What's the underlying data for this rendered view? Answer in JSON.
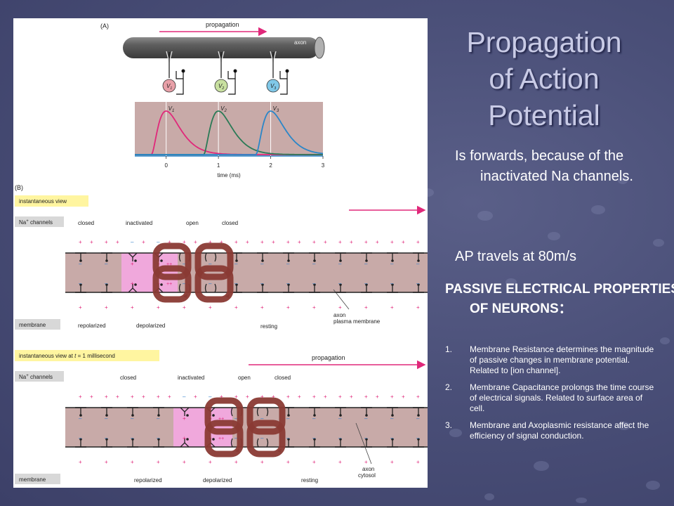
{
  "slide": {
    "title_lines": [
      "Propagation",
      "of Action",
      "Potential"
    ],
    "paragraph1": "Is forwards, because of the inactivated Na channels.",
    "paragraph2": "AP travels at 80m/s",
    "heading": "PASSIVE ELECTRICAL PROPERTIES OF NEURONS：",
    "list": [
      {
        "num": "1.",
        "text": "Membrane Resistance determines the magnitude of passive changes in membrane potential. Related to [ion channel]."
      },
      {
        "num": "2.",
        "text": "Membrane Capacitance prolongs the time course of electrical signals. Related to surface area of cell."
      },
      {
        "num": "3.",
        "text": "Membrane and Axoplasmic resistance affect the efficiency of signal conduction."
      }
    ]
  },
  "figure": {
    "panel_a": {
      "label": "(A)",
      "propagation": "propagation",
      "axon": "axon",
      "electrodes": [
        {
          "sym": "V",
          "sub": "1",
          "color": "#e8a0a8"
        },
        {
          "sym": "V",
          "sub": "2",
          "color": "#c8e0a0"
        },
        {
          "sym": "V",
          "sub": "3",
          "color": "#80c8e8"
        }
      ],
      "chart_data": {
        "type": "line",
        "x": [
          0,
          1,
          2,
          3
        ],
        "xlim": [
          -0.6,
          3
        ],
        "xlabel": "time (ms)",
        "tick_labels": [
          "0",
          "1",
          "2",
          "3"
        ],
        "series": [
          {
            "name": "V1",
            "color": "#e0287a",
            "peak_time": 0.0
          },
          {
            "name": "V2",
            "color": "#2a7a56",
            "peak_time": 1.0
          },
          {
            "name": "V3",
            "color": "#2a86c8",
            "peak_time": 2.0
          }
        ]
      }
    },
    "panel_b": {
      "label": "(B)",
      "view1": "instantaneous view",
      "view2_prefix": "instantaneous view at ",
      "view2_t": "t",
      "view2_suffix": " = 1 millisecond",
      "na_label": "Na",
      "na_sup": "+",
      "na_suffix": " channels",
      "membrane_label": "membrane",
      "states": {
        "closed": "closed",
        "inactivated": "inactivated",
        "open": "open"
      },
      "membrane_states": {
        "repolarized": "repolarized",
        "depolarized": "depolarized",
        "resting": "resting"
      },
      "propagation": "propagation",
      "axon": "axon",
      "plasma_membrane": "plasma membrane",
      "cytosol": "cytosol",
      "plus": "+",
      "minus": "–",
      "plusplus": "++"
    },
    "colors": {
      "magenta": "#e0287a",
      "axon_fill": "#c8aaa8",
      "pink_region": "#f0a8dc",
      "loop_brown": "#8a3a34",
      "label_yellow": "#fff5a0",
      "label_gray": "#d8d8d8"
    }
  }
}
